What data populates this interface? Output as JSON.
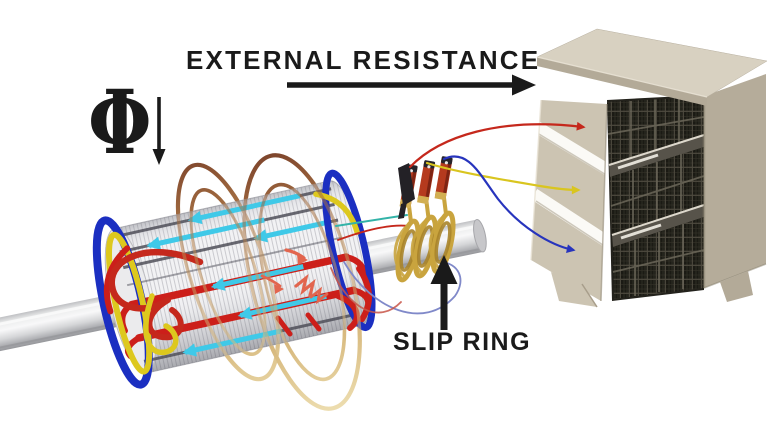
{
  "labels": {
    "external_resistance": "EXTERNAL RESISTANCE",
    "flux_symbol": "Φ",
    "slip_ring": "SLIP RING"
  },
  "annotations": {
    "external_resistance_arrow": "black arrow pointing right at resistance bank",
    "flux_decrease_arrow": "black arrow pointing down beside flux symbol",
    "slip_ring_arrow": "black arrow pointing up at slip rings"
  },
  "components": {
    "rotor": "wound rotor with red bars, cyan current arrows and blue/yellow/red end windings",
    "shaft": "silver shaft through rotor and slip rings",
    "flux_lines": "tan elliptical magnetic flux loops around rotor",
    "slip_rings": "three brass slip rings with red brush holders",
    "resistance_bank": "beige open cabinet with three dark resistor grid banks",
    "wires": [
      "red",
      "yellow",
      "blue"
    ]
  },
  "colors": {
    "background": "#ffffff",
    "text": "#1a1a1a",
    "wire_red": "#c5281c",
    "wire_yellow": "#d9c51f",
    "wire_blue": "#2734bd",
    "bar_red": "#cc1f1a",
    "arrow_cyan": "#3fc9e8",
    "winding_blue": "#1b2fc1",
    "winding_yellow": "#ddc81e",
    "brass": "#c9a43e",
    "brush_red": "#b53a1e",
    "flux_tan": "#c49a58",
    "flux_dark": "#8a5430",
    "cabinet_beige": "#ccc4b2",
    "cabinet_top": "#d8d1c1",
    "cabinet_side": "#b5ac9a",
    "grid_dark": "#1b1a14",
    "shaft_silver": "#d9d9db"
  }
}
